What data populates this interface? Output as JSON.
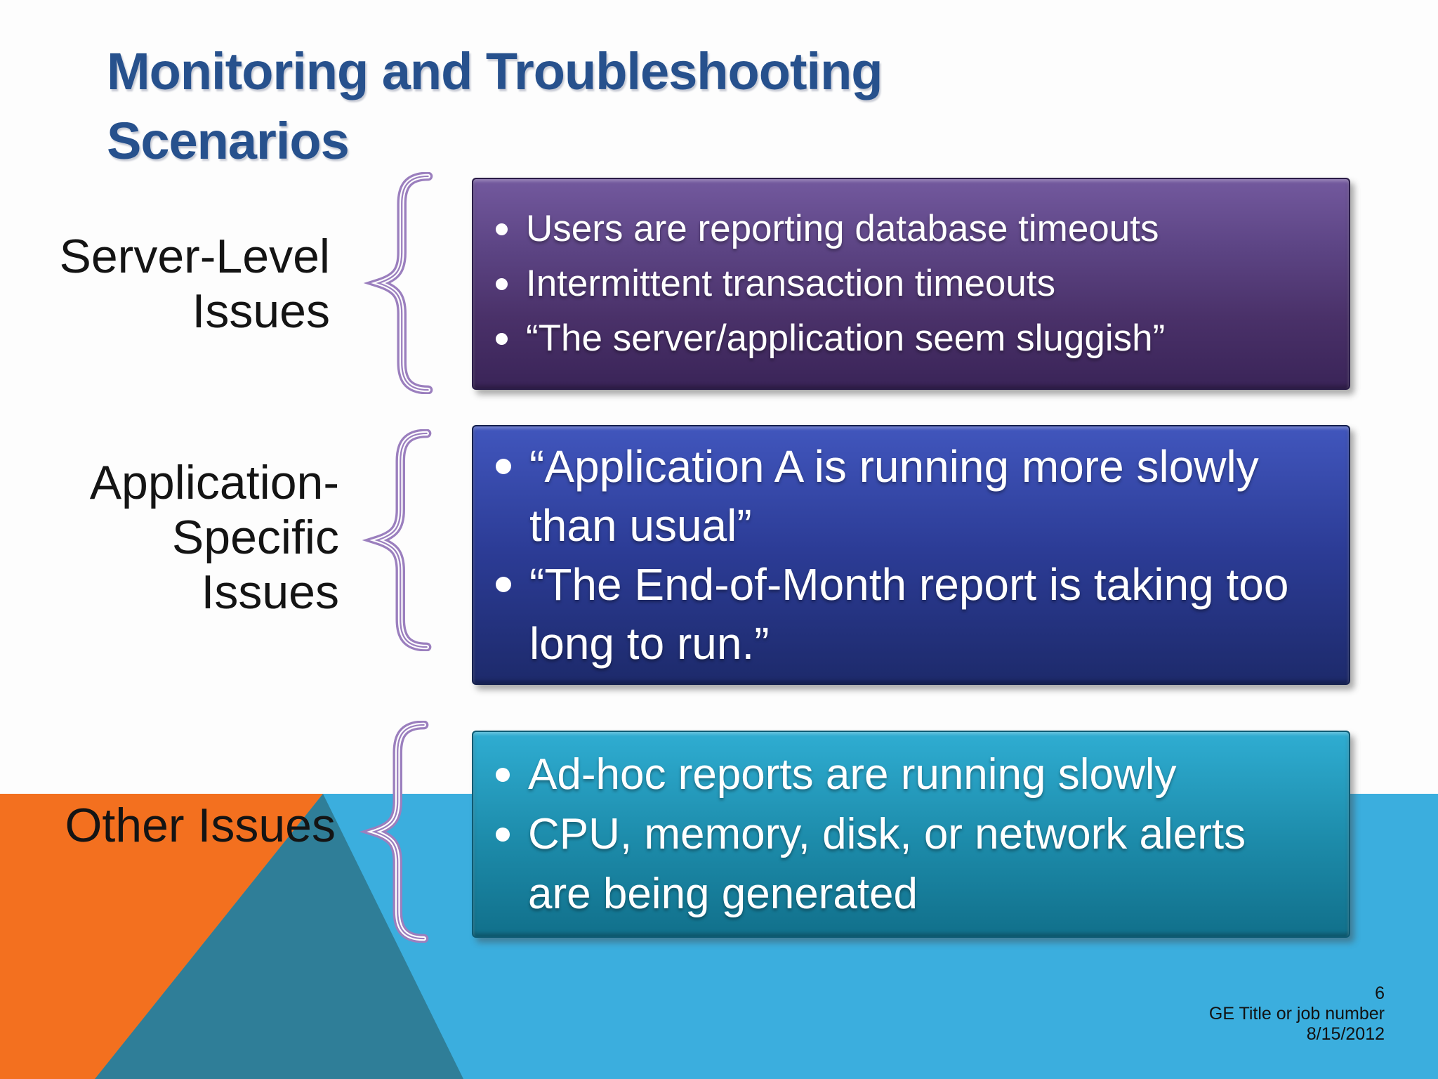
{
  "slide": {
    "title": "Monitoring and Troubleshooting\nScenarios",
    "page_number": "6",
    "footer_title": "GE Title or job number",
    "footer_date": "8/15/2012"
  },
  "groups": [
    {
      "label": "Server-Level\nIssues",
      "bullets": [
        "Users are reporting database timeouts",
        "Intermittent transaction timeouts",
        "“The server/application seem sluggish”"
      ]
    },
    {
      "label": "Application-\nSpecific\nIssues",
      "bullets": [
        "“Application A is running more slowly\nthan usual”",
        "“The End-of-Month report is taking too\nlong to run.”"
      ]
    },
    {
      "label": "Other Issues",
      "bullets": [
        "Ad-hoc reports are running slowly",
        "CPU, memory, disk, or network alerts\nare being generated"
      ]
    }
  ],
  "colors": {
    "title_text": "#27518D",
    "label_text": "#141414",
    "box_purple_top": "#73599E",
    "box_purple_bottom": "#3A2458",
    "box_blue_top": "#4156BD",
    "box_blue_bottom": "#1D2A6B",
    "box_teal_top": "#2FADD2",
    "box_teal_bottom": "#11708B",
    "brace_purple": "#9B7FBE",
    "band_light_blue": "#3BAEDE",
    "band_orange": "#F3701F",
    "band_dark_teal": "#2F7E98",
    "bullet_text": "#FFFFFF"
  }
}
